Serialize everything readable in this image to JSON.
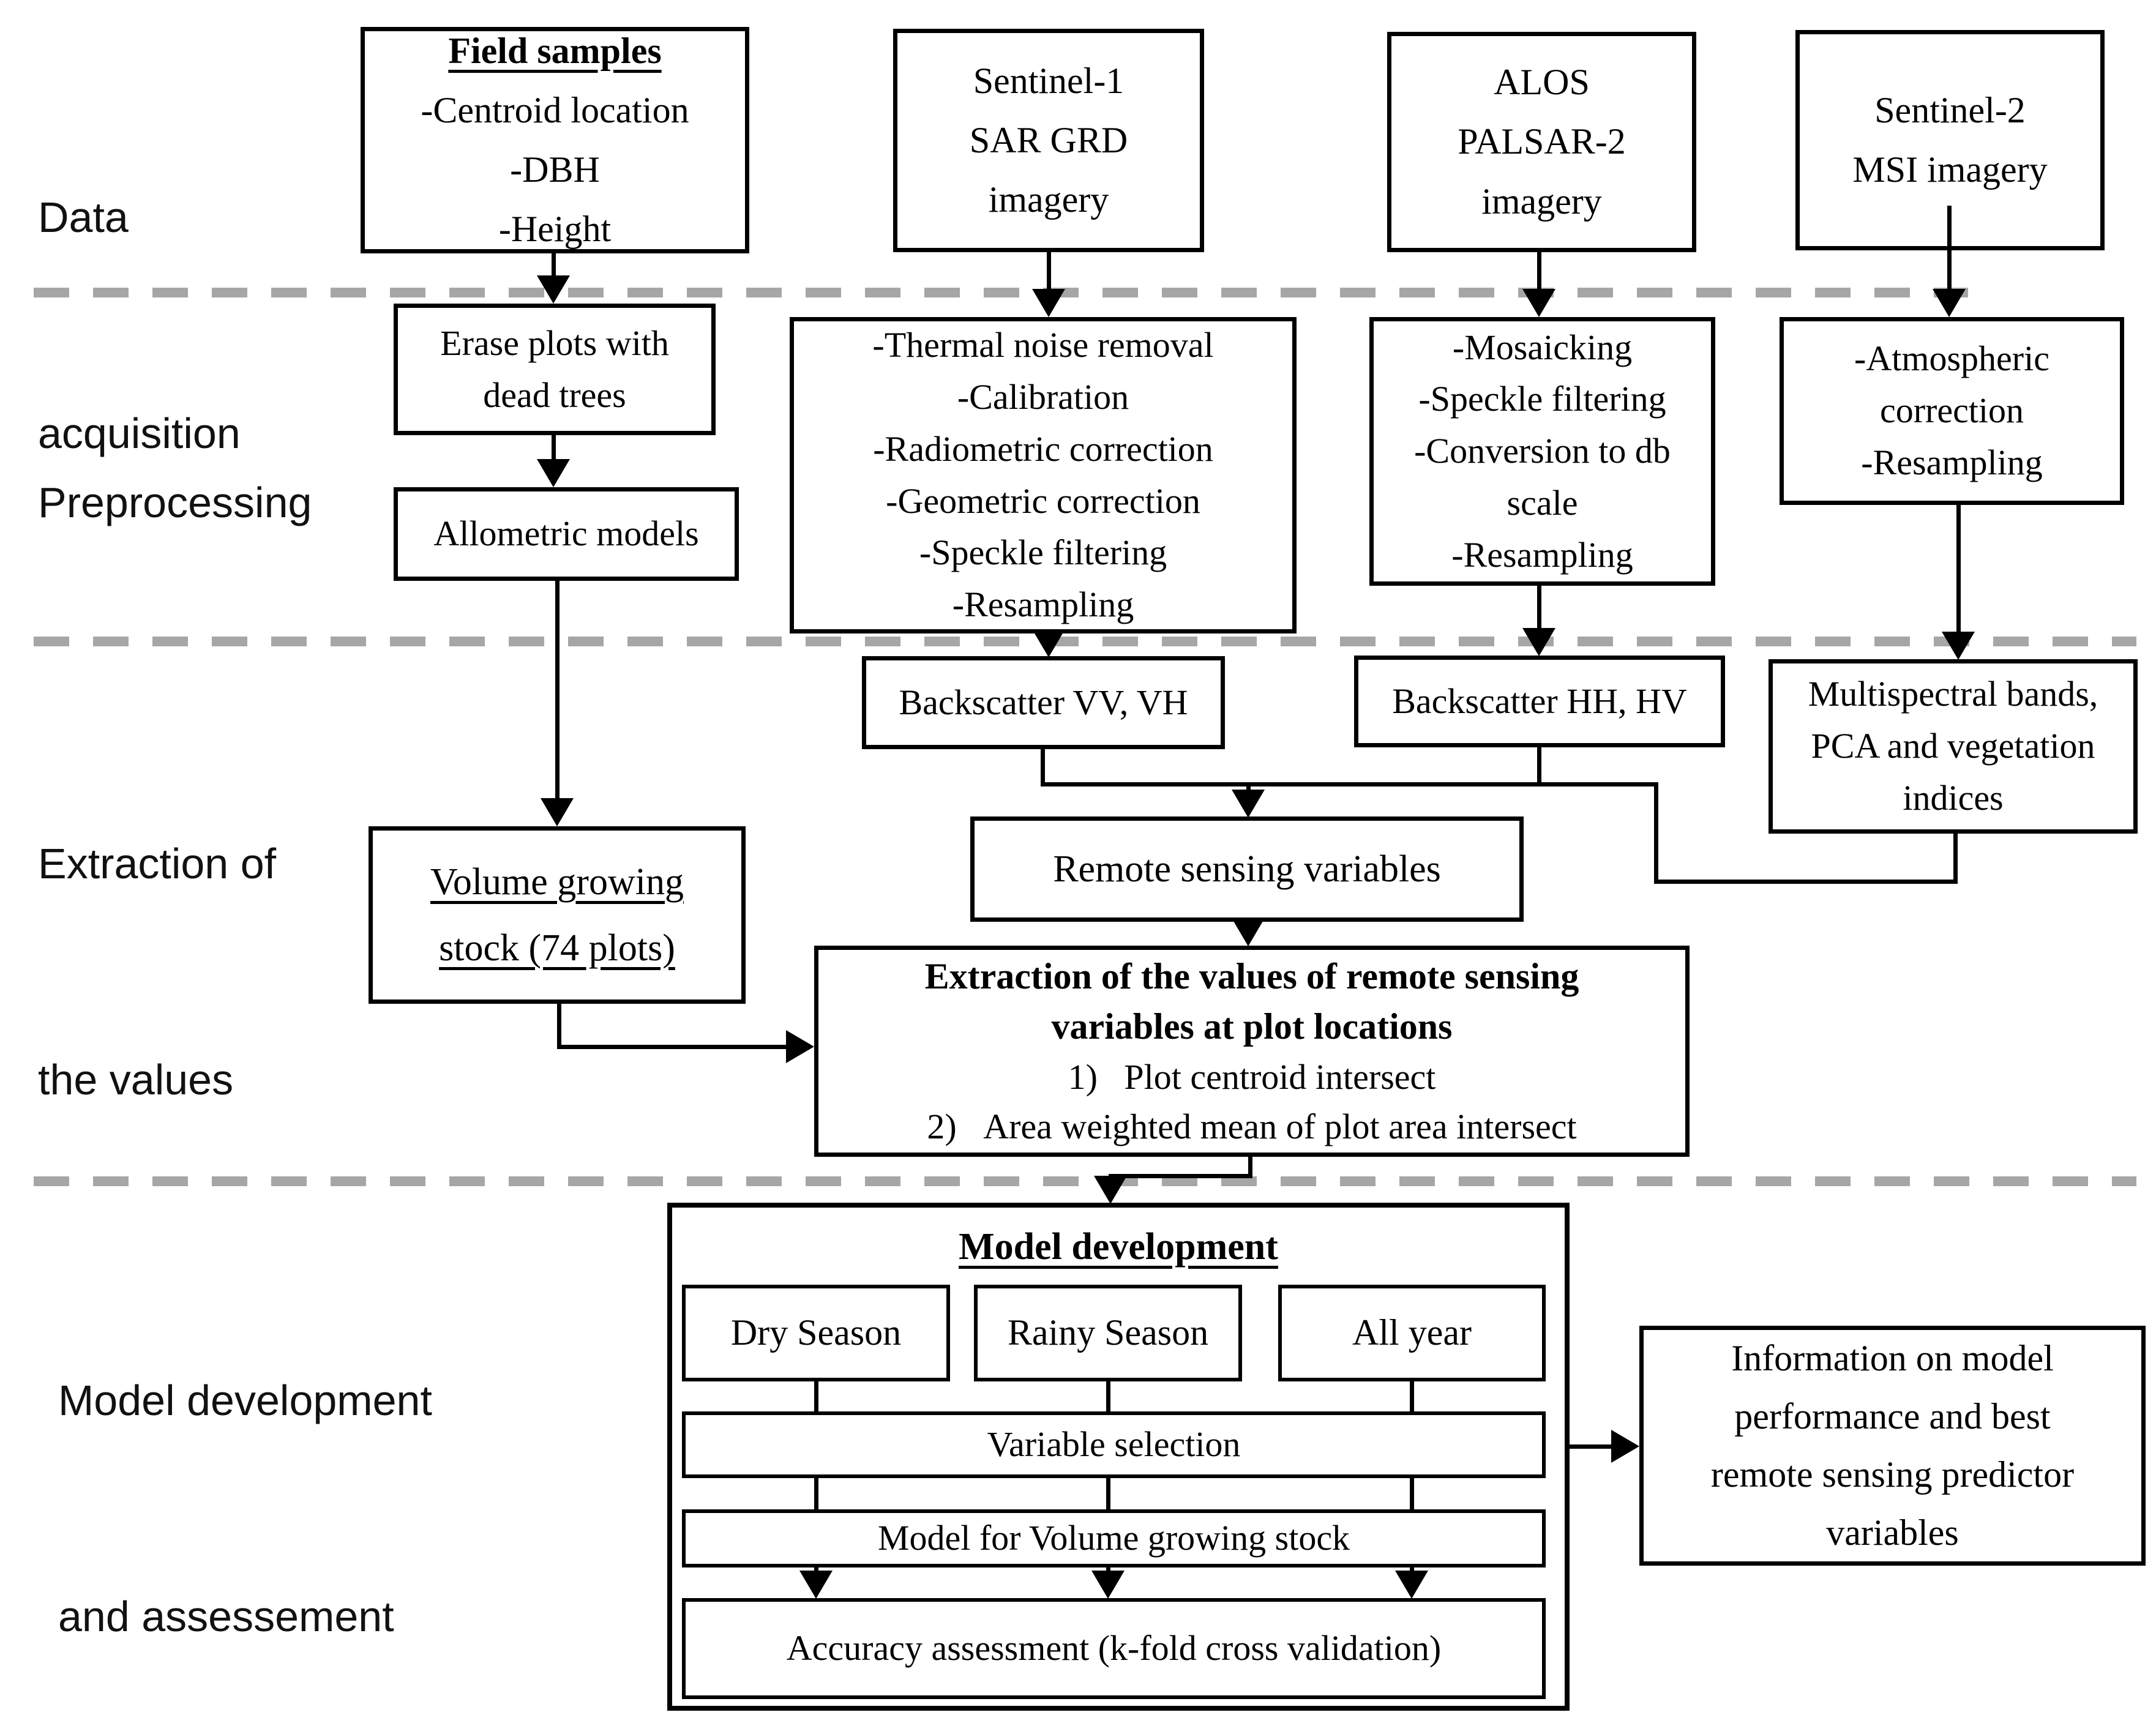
{
  "sections": {
    "data_acquisition": {
      "line1": "Data",
      "line2": "acquisition"
    },
    "preprocessing": {
      "line1": "Preprocessing"
    },
    "extraction": {
      "line1": "Extraction of",
      "line2": "the values"
    },
    "model_dev": {
      "line1": "Model development",
      "line2": "and assessement"
    }
  },
  "boxes": {
    "field_samples": {
      "title": "Field samples",
      "lines": [
        "-Centroid location",
        "-DBH",
        "-Height"
      ]
    },
    "sentinel1": {
      "lines": [
        "Sentinel-1",
        "SAR GRD",
        "imagery"
      ]
    },
    "alos": {
      "lines": [
        "ALOS",
        "PALSAR-2",
        "imagery"
      ]
    },
    "sentinel2": {
      "lines": [
        "Sentinel-2",
        "MSI imagery"
      ]
    },
    "erase_plots": {
      "lines": [
        "Erase plots with",
        "dead trees"
      ]
    },
    "allometric": {
      "lines": [
        "Allometric models"
      ]
    },
    "s1_preproc": {
      "lines": [
        "-Thermal noise removal",
        "-Calibration",
        "-Radiometric correction",
        "-Geometric correction",
        "-Speckle filtering",
        "-Resampling"
      ]
    },
    "alos_preproc": {
      "lines": [
        "-Mosaicking",
        "-Speckle filtering",
        "-Conversion to db",
        "scale",
        "-Resampling"
      ]
    },
    "s2_preproc": {
      "lines": [
        "-Atmospheric",
        "correction",
        "-Resampling"
      ]
    },
    "backscatter_vv": {
      "lines": [
        "Backscatter VV, VH"
      ]
    },
    "backscatter_hh": {
      "lines": [
        "Backscatter HH, HV"
      ]
    },
    "multispectral": {
      "lines": [
        "Multispectral bands,",
        "PCA and vegetation",
        "indices"
      ]
    },
    "volume_stock": {
      "lines": [
        "Volume growing",
        "stock (74 plots)"
      ]
    },
    "remote_sensing": {
      "lines": [
        "Remote sensing variables"
      ]
    },
    "extraction_values": {
      "title_lines": [
        "Extraction of the values of remote sensing",
        "variables at plot locations"
      ],
      "items": [
        "1)   Plot centroid intersect",
        "2)   Area weighted mean of plot area intersect"
      ]
    },
    "model_container": {
      "title": "Model development"
    },
    "dry_season": {
      "lines": [
        "Dry Season"
      ]
    },
    "rainy_season": {
      "lines": [
        "Rainy Season"
      ]
    },
    "all_year": {
      "lines": [
        "All year"
      ]
    },
    "variable_selection": {
      "lines": [
        "Variable selection"
      ]
    },
    "model_vgs": {
      "lines": [
        "Model for Volume growing stock"
      ]
    },
    "accuracy": {
      "lines": [
        "Accuracy assessment (k-fold cross validation)"
      ]
    },
    "info": {
      "lines": [
        "Information on model",
        "performance and best",
        "remote sensing predictor",
        "variables"
      ]
    }
  },
  "colors": {
    "line": "#000000",
    "dashed_separator": "#a6a6a6",
    "text": "#000000",
    "background": "#ffffff"
  }
}
